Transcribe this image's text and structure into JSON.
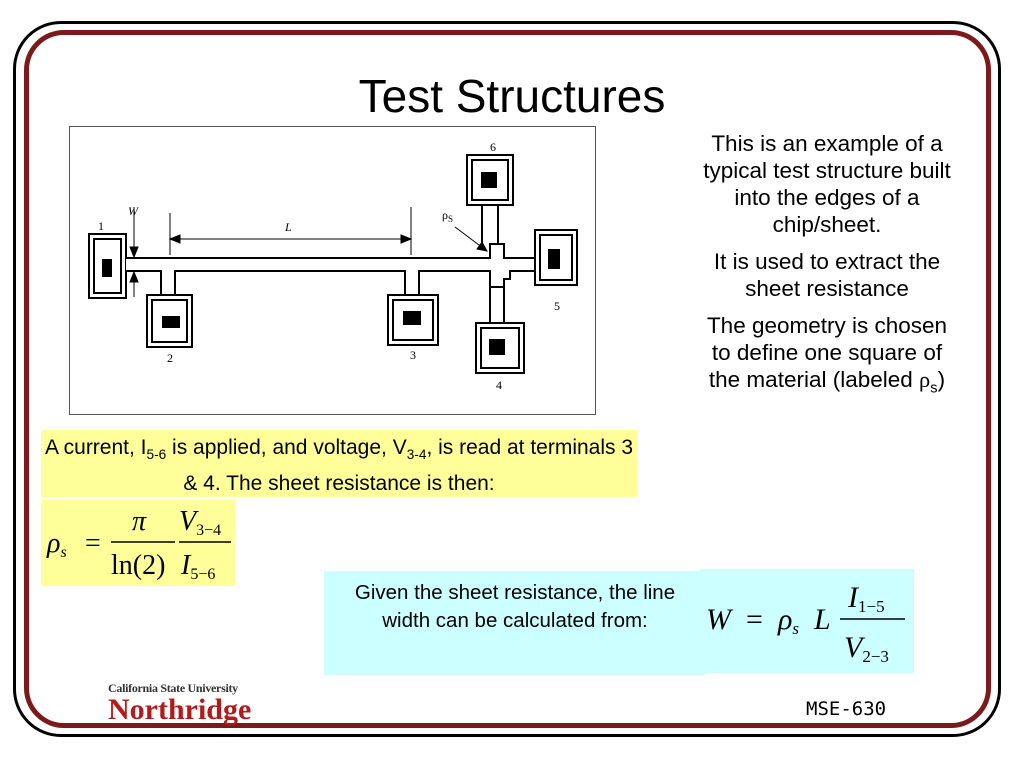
{
  "slide": {
    "title": "Test Structures",
    "footer": "MSE-630"
  },
  "diagram": {
    "label_1": "1",
    "label_2": "2",
    "label_3": "3",
    "label_4": "4",
    "label_5": "5",
    "label_6": "6",
    "label_w": "W",
    "label_l": "L",
    "label_rho": "ρ",
    "label_rho_sub": "S"
  },
  "side_text": {
    "p1": "This is an example of a typical test structure built into the edges of a chip/sheet.",
    "p2": "It is used to extract the sheet resistance",
    "p3_main": "The geometry is chosen to define one square of the material (labeled ",
    "p3_rho": "ρ",
    "p3_sub": "s",
    "p3_end": ")"
  },
  "current_note": {
    "text_a": "A current, I",
    "sub_a": "5-6",
    "text_b": " is applied, and voltage, V",
    "sub_b": "3-4",
    "text_c": ",  is read at terminals 3 & 4. The sheet resistance is then:"
  },
  "eq1": {
    "lhs": "ρ",
    "lhs_sub": "s",
    "equals": "=",
    "num1": "π",
    "den1": "ln(2)",
    "num2": "V",
    "num2_sub": "3−4",
    "den2": "I",
    "den2_sub": "5−6"
  },
  "width_note": {
    "text": "Given the sheet resistance, the line width can be calculated from:"
  },
  "eq2": {
    "lhs": "W",
    "equals": "=",
    "rho": "ρ",
    "rho_sub": "s",
    "L": "L",
    "num": "I",
    "num_sub": "1−5",
    "den": "V",
    "den_sub": "2−3"
  },
  "logo": {
    "line1": "California State University",
    "line2": "Northridge"
  },
  "colors": {
    "frame_red": "#7a1a1a",
    "yellow": "#ffff99",
    "cyan": "#ccffff",
    "logo_red": "#b31b1b"
  }
}
